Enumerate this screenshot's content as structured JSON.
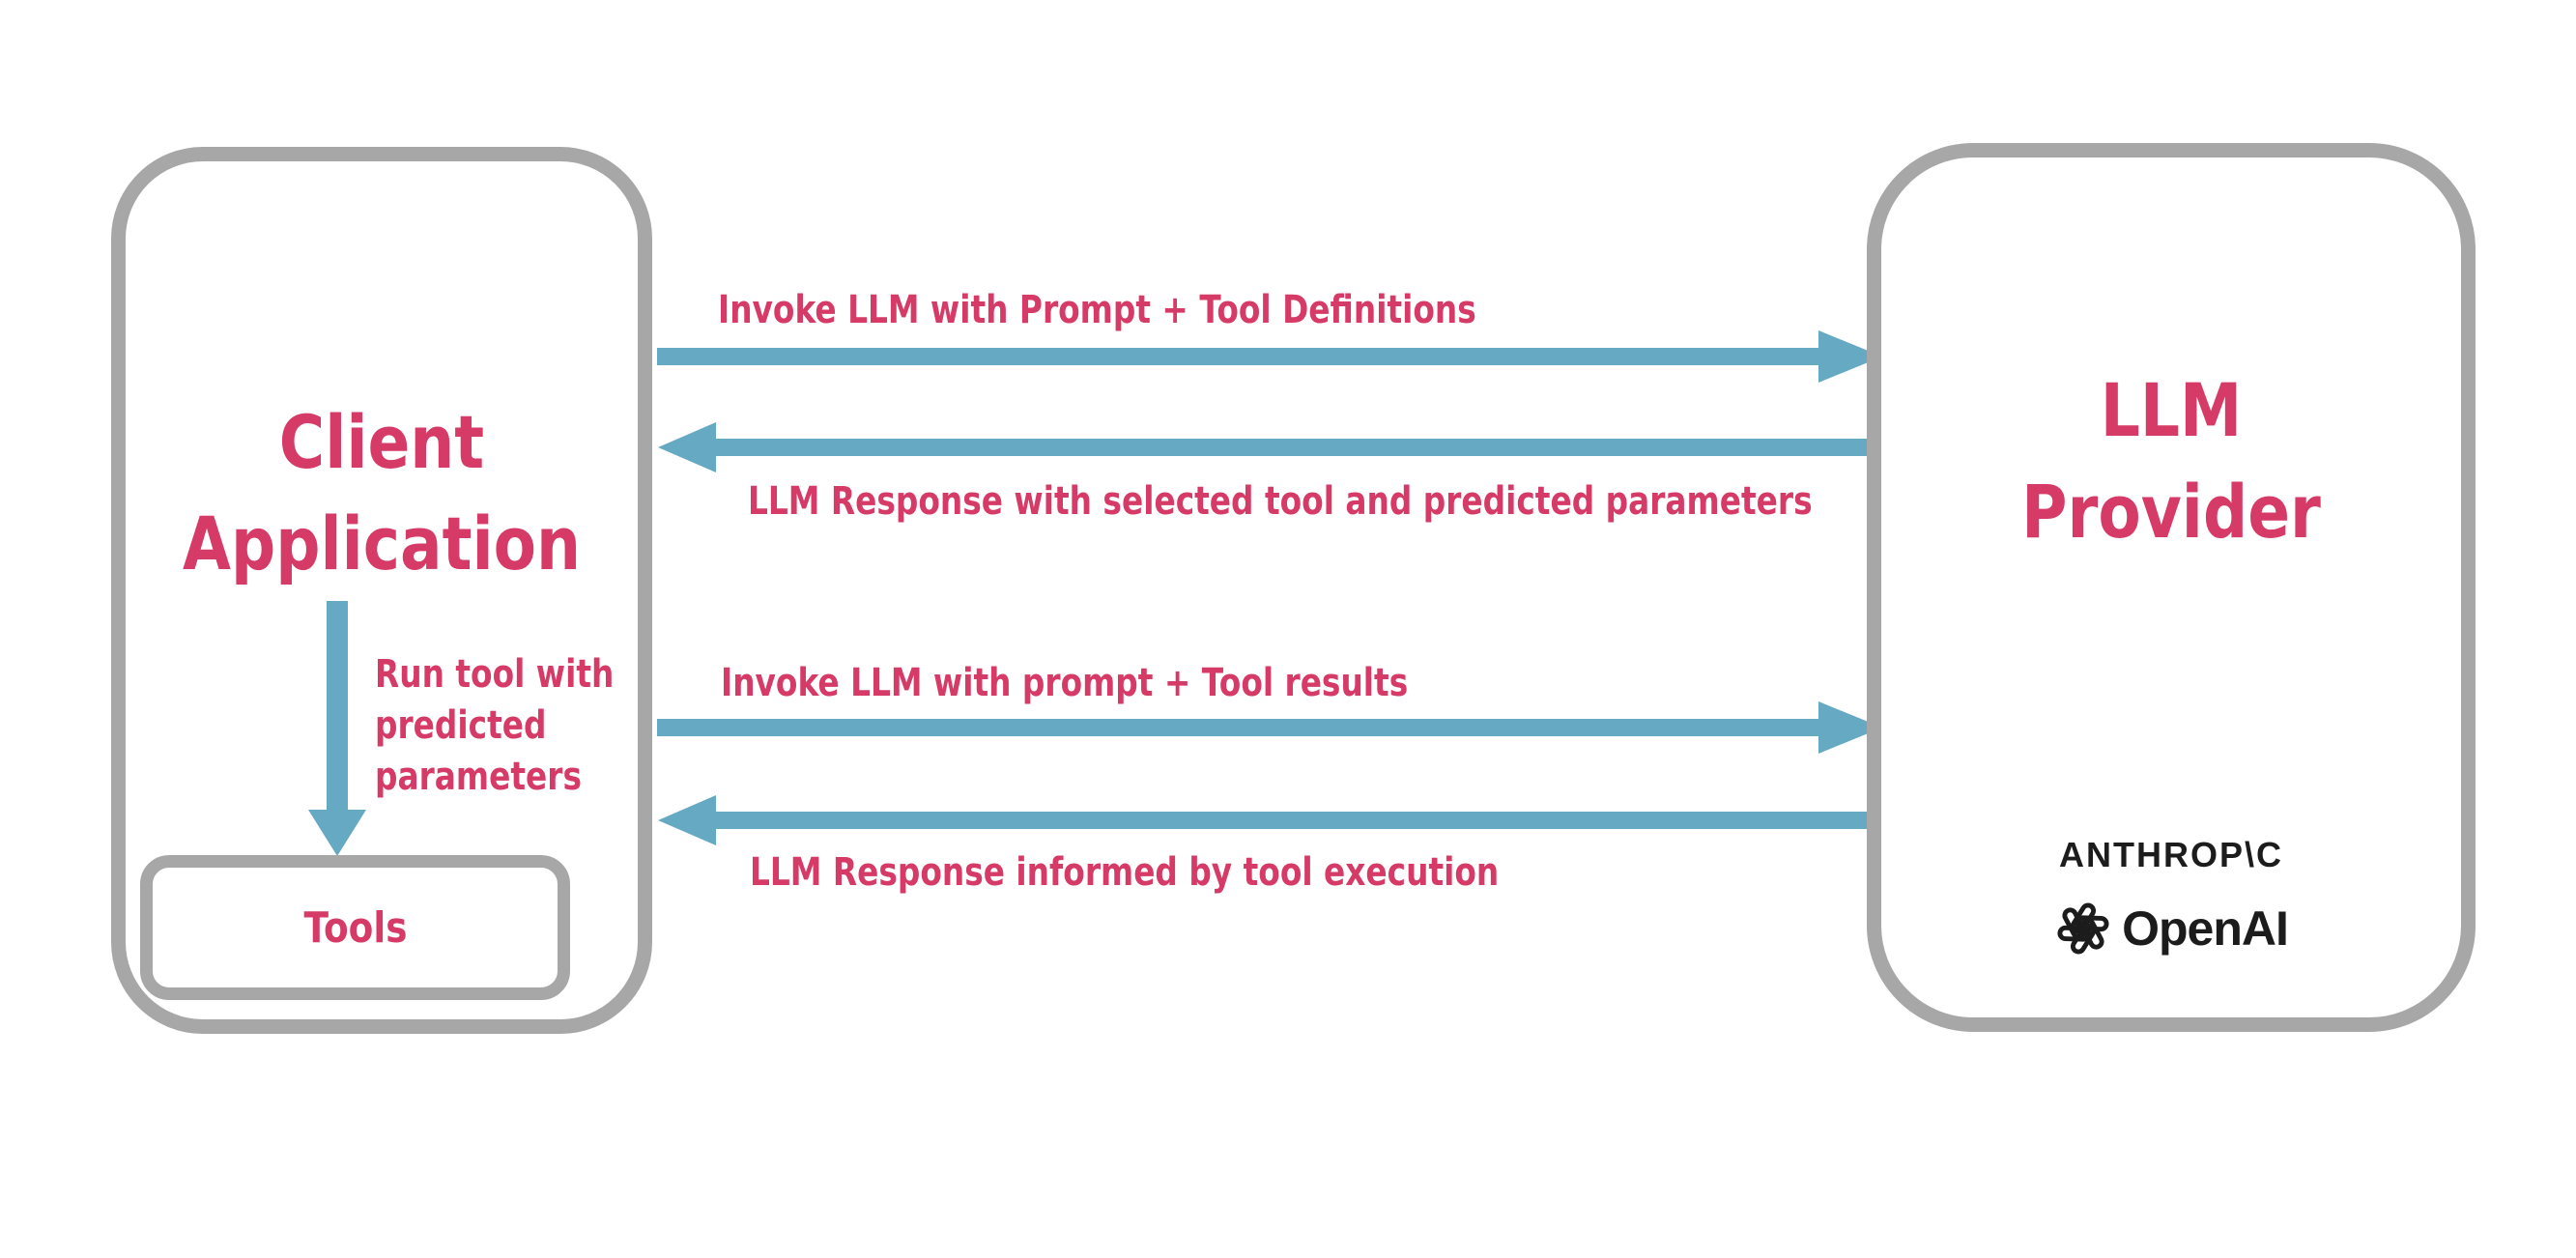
{
  "colors": {
    "pink": "#d63a66",
    "teal": "#66a9c3",
    "border_gray": "#a7a7a7",
    "logo_black": "#1c1c1c",
    "background": "#ffffff"
  },
  "client_box": {
    "title_line1": "Client",
    "title_line2": "Application",
    "internal_arrow_label_lines": [
      "Run tool with",
      "predicted",
      "parameters"
    ],
    "tools_label": "Tools"
  },
  "provider_box": {
    "title_line1": "LLM",
    "title_line2": "Provider",
    "logos": [
      {
        "name": "anthropic-wordmark",
        "text": "ANTHROP\\C"
      },
      {
        "name": "openai-wordmark",
        "text": "OpenAI"
      }
    ]
  },
  "flows": [
    {
      "label": "Invoke LLM with Prompt + Tool Definitions",
      "direction": "right"
    },
    {
      "label": "LLM Response with selected tool and predicted parameters",
      "direction": "left"
    },
    {
      "label": "Invoke LLM with prompt + Tool results",
      "direction": "right"
    },
    {
      "label": "LLM Response informed by tool execution",
      "direction": "left"
    }
  ]
}
